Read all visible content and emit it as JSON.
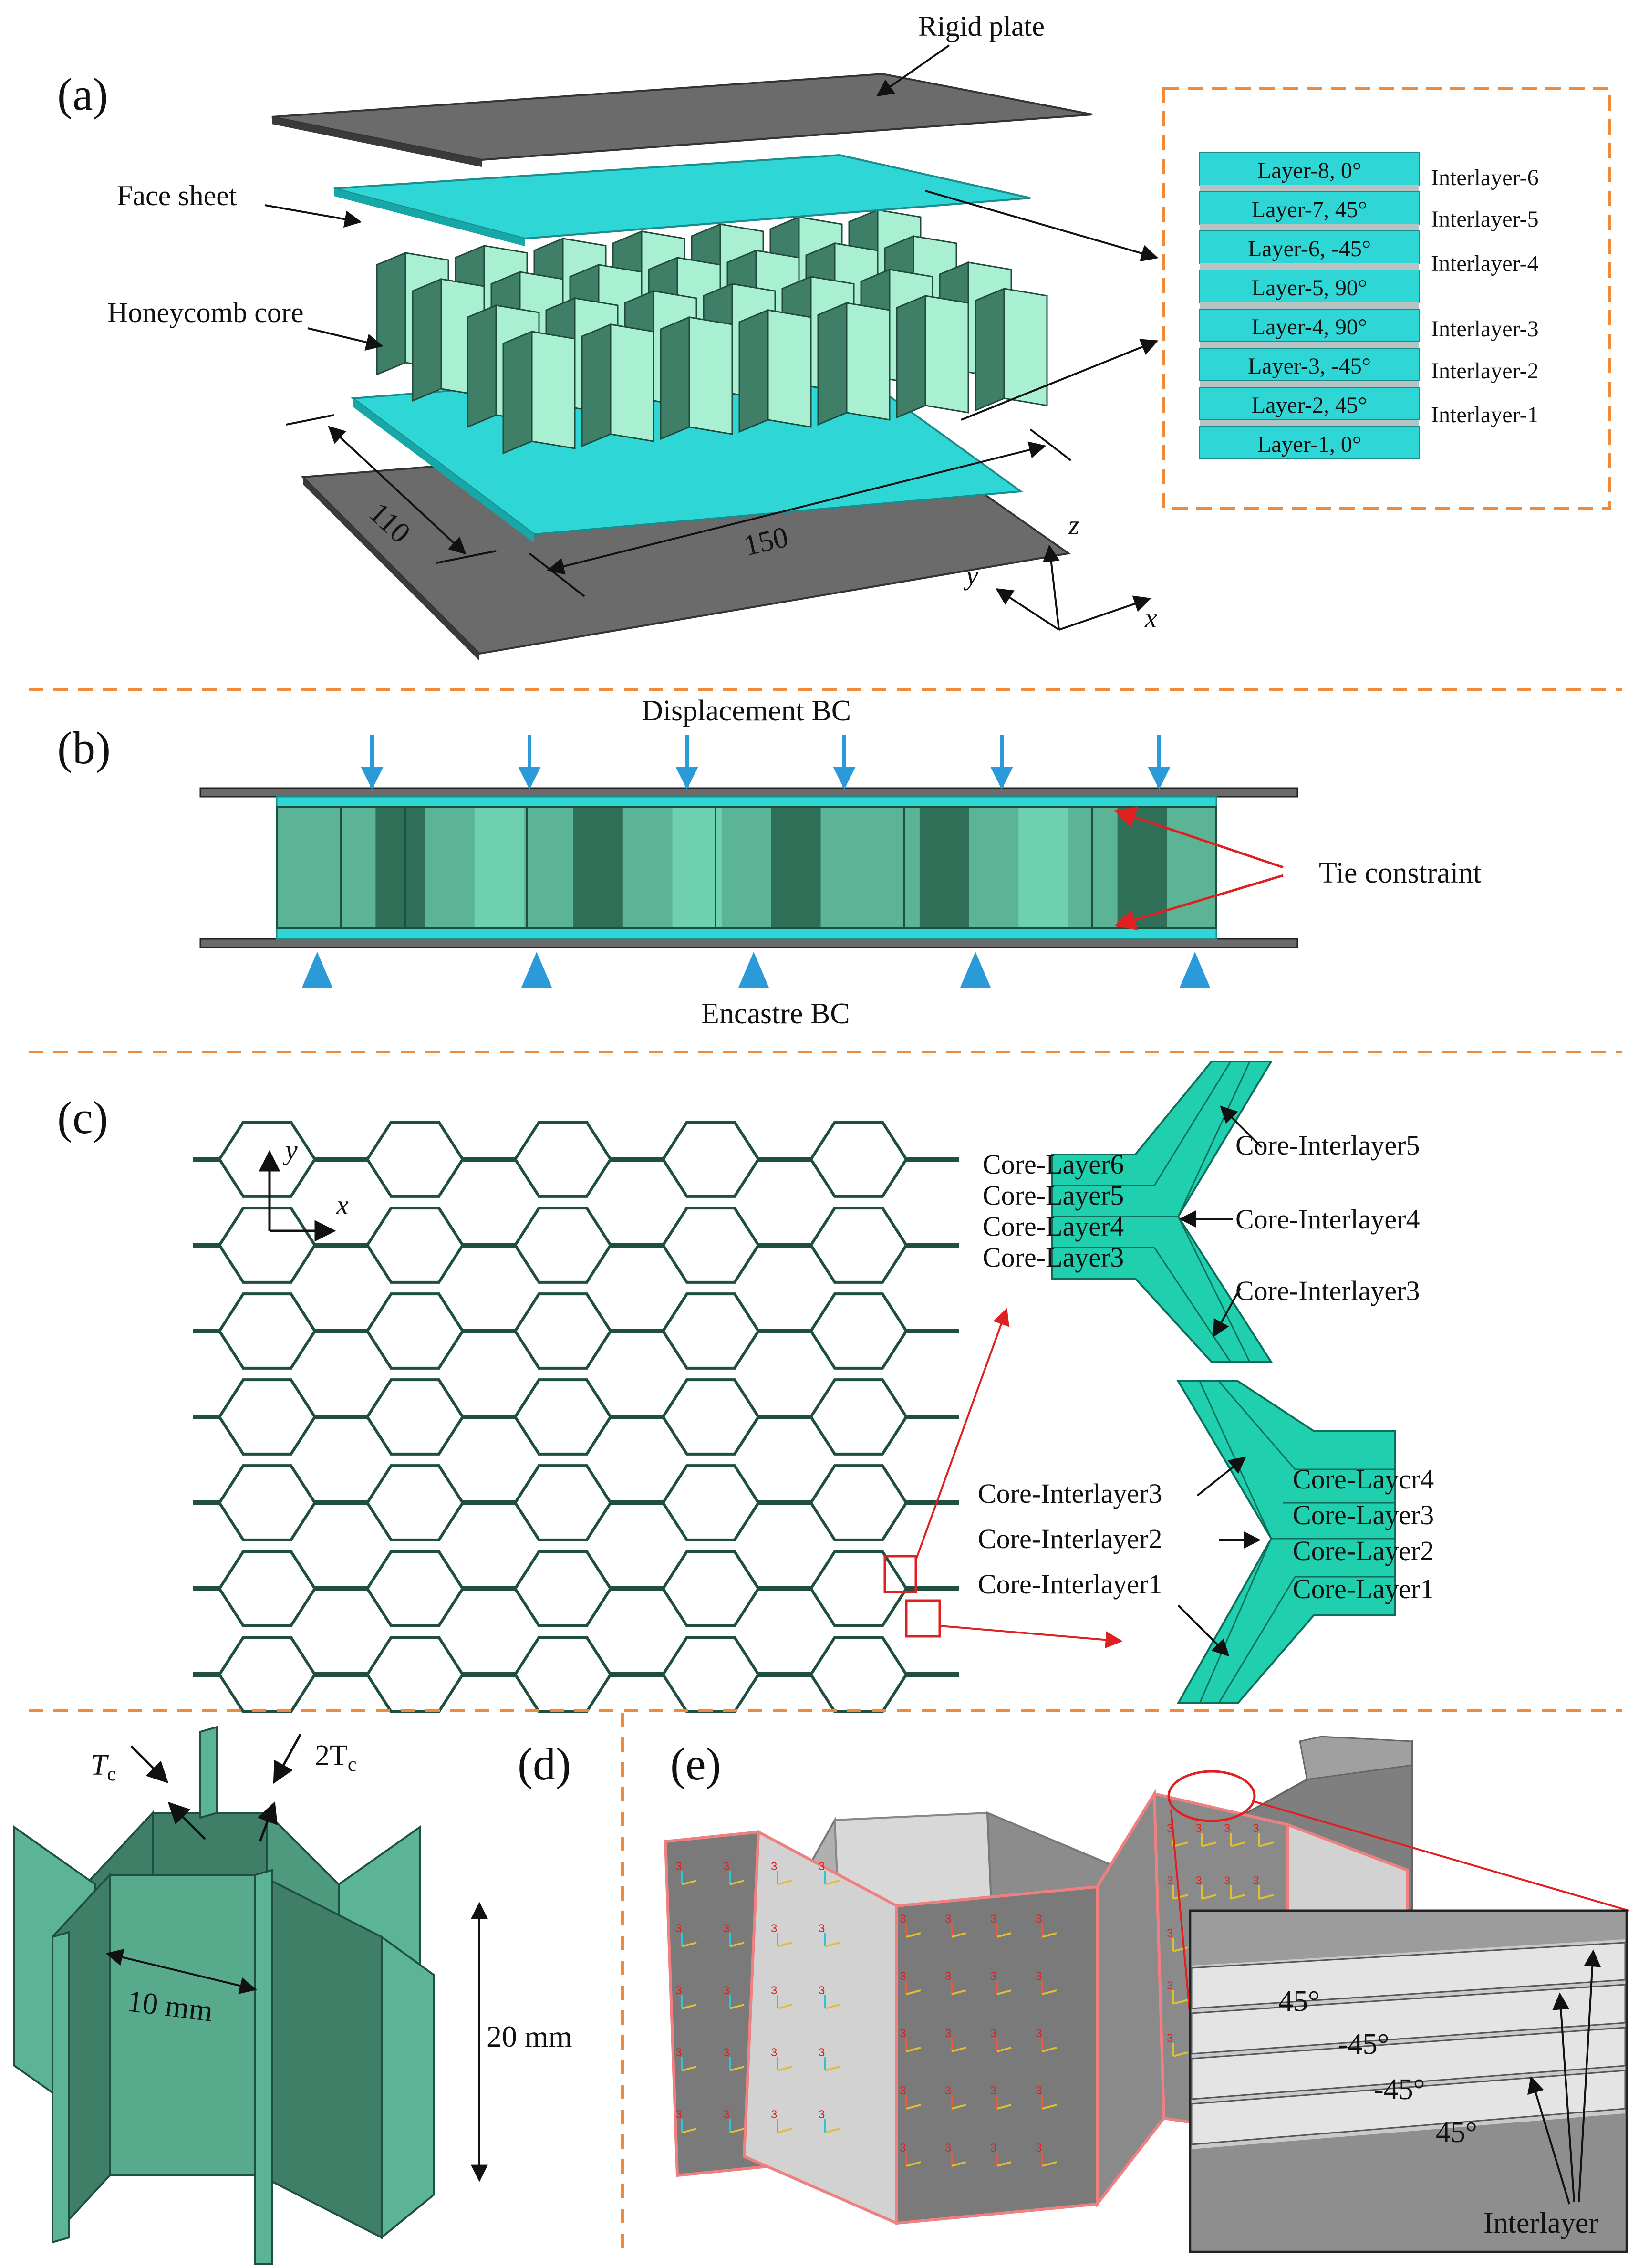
{
  "panels": {
    "a": {
      "label": "(a)",
      "rigid_plate": "Rigid plate",
      "face_sheet": "Face sheet",
      "honeycomb_core": "Honeycomb core",
      "dim_width": "110",
      "dim_length": "150",
      "axes": {
        "x": "x",
        "y": "y",
        "z": "z"
      },
      "layers": [
        "Layer-8, 0°",
        "Layer-7, 45°",
        "Layer-6, -45°",
        "Layer-5, 90°",
        "Layer-4, 90°",
        "Layer-3, -45°",
        "Layer-2, 45°",
        "Layer-1, 0°"
      ],
      "interlayers": [
        "Interlayer-6",
        "Interlayer-5",
        "Interlayer-4",
        "Interlayer-3",
        "Interlayer-2",
        "Interlayer-1"
      ]
    },
    "b": {
      "label": "(b)",
      "displacement_bc": "Displacement  BC",
      "encastre_bc": "Encastre BC",
      "tie_constraint": "Tie constraint"
    },
    "c": {
      "label": "(c)",
      "axes": {
        "x": "x",
        "y": "y"
      },
      "upper_core_prefix": "Core-",
      "upper_layers": [
        "Layer6",
        "Layer5",
        "Layer4",
        "Layer3"
      ],
      "upper_interlayers": [
        "Core-Interlayer5",
        "Core-Interlayer4",
        "Core-Interlayer3"
      ],
      "lower_core_prefix": "Core-",
      "lower_layers": [
        "Laycr4",
        "Layer3",
        "Layer2",
        "Layer1"
      ],
      "lower_interlayers": [
        "Core-Interlayer3",
        "Core-Interlayer2",
        "Core-Interlayer1"
      ]
    },
    "d": {
      "label": "(d)",
      "tc": "T",
      "tc_sub": "c",
      "two_tc": "2T",
      "two_tc_sub": "c",
      "width": "10 mm",
      "height": "20 mm"
    },
    "e": {
      "label": "(e)",
      "angles": [
        "45°",
        "-45°",
        "-45°",
        "45°"
      ],
      "interlayer": "Interlayer",
      "triad_digit": "3"
    }
  },
  "colors": {
    "plate": "#6b6b6b",
    "face_sheet": "#2ed6d6",
    "core_dark": "#3f7f67",
    "core_light": "#a9f0d2",
    "divider": "#ef8a3a",
    "bc_arrow": "#2a9ad8",
    "tie_arrow": "#e02020"
  }
}
